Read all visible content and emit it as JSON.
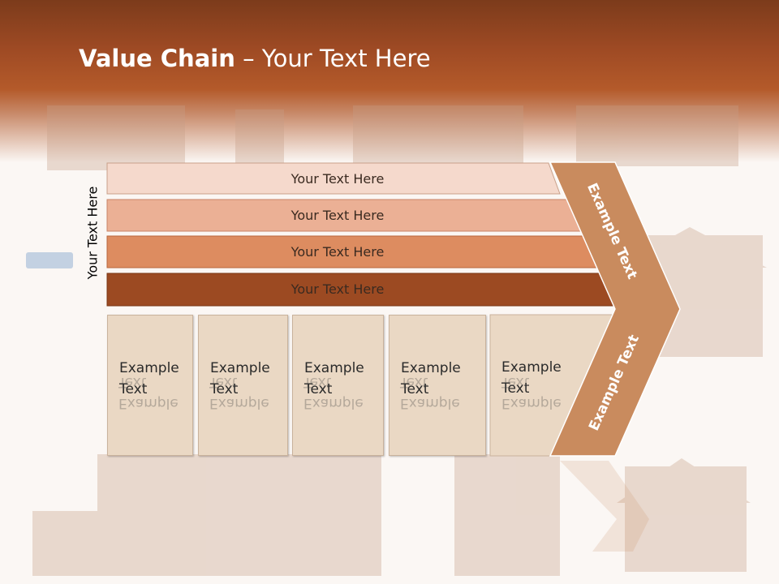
{
  "title": {
    "bold": "Value Chain",
    "rest": " – Your Text Here"
  },
  "side_label": "Your Text Here",
  "bars": [
    "Your Text Here",
    "Your Text Here",
    "Your Text Here",
    "Your Text Here"
  ],
  "columns": [
    {
      "line1": "Example",
      "line2": "Text"
    },
    {
      "line1": "Example",
      "line2": "Text"
    },
    {
      "line1": "Example",
      "line2": "Text"
    },
    {
      "line1": "Example",
      "line2": "Text"
    },
    {
      "line1": "Example",
      "line2": "Text"
    }
  ],
  "chevron_top_label": "Example Text",
  "chevron_bottom_label": "Example Text",
  "colors": {
    "bar1": "#f5d9cc",
    "bar2": "#ebb095",
    "bar3": "#dd8c60",
    "bar4": "#9c4a22",
    "chevron": "#c98b5e",
    "column": "#ead8c4"
  }
}
